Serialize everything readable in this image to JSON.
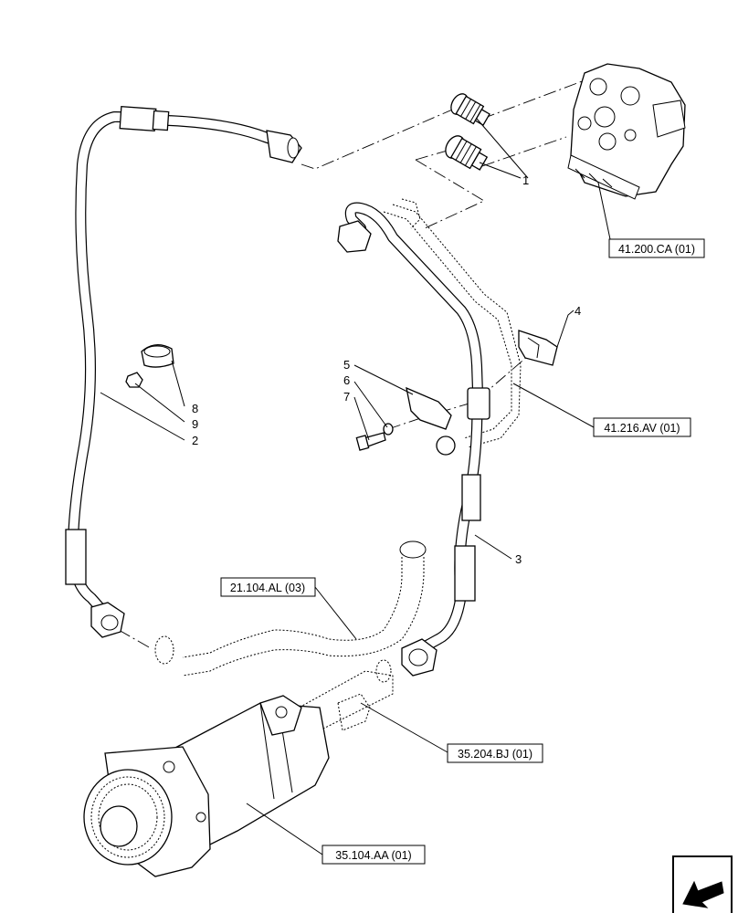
{
  "callouts": {
    "c1": "1",
    "c2": "2",
    "c3": "3",
    "c4": "4",
    "c5": "5",
    "c6": "6",
    "c7": "7",
    "c8": "8",
    "c9": "9"
  },
  "references": {
    "r1": "41.200.CA (01)",
    "r2": "41.216.AV (01)",
    "r3": "21.104.AL (03)",
    "r4": "35.204.BJ (01)",
    "r5": "35.104.AA (01)"
  },
  "icons": {
    "nav": "arrow-icon"
  }
}
